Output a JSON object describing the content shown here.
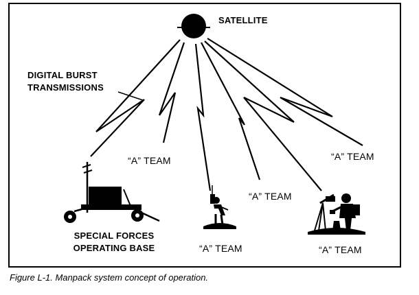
{
  "labels": {
    "satellite": "SATELLITE",
    "digital_burst_line1": "DIGITAL BURST",
    "digital_burst_line2": "TRANSMISSIONS",
    "base_line1": "SPECIAL FORCES",
    "base_line2": "OPERATING BASE",
    "a_team": "“A” TEAM"
  },
  "caption": "Figure L-1. Manpack system concept of operation.",
  "colors": {
    "ink": "#000000",
    "paper": "#ffffff"
  }
}
